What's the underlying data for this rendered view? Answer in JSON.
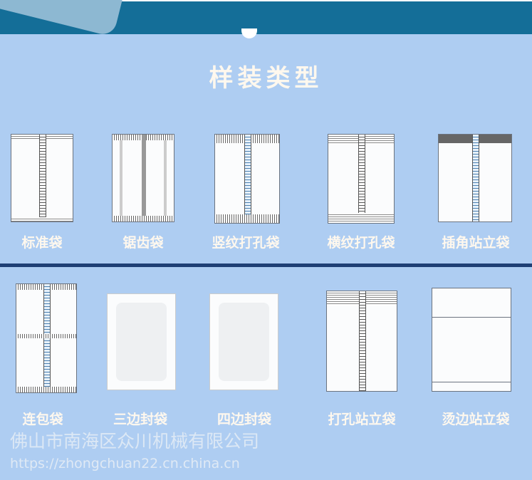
{
  "header": {
    "title": "样装类型"
  },
  "row1": [
    {
      "label": "标准袋",
      "icon": "standard-bag-icon"
    },
    {
      "label": "锯齿袋",
      "icon": "serrated-bag-icon"
    },
    {
      "label": "竖纹打孔袋",
      "icon": "vertical-texture-punched-bag-icon"
    },
    {
      "label": "横纹打孔袋",
      "icon": "horizontal-texture-punched-bag-icon"
    },
    {
      "label": "插角站立袋",
      "icon": "gusset-standing-bag-icon"
    }
  ],
  "row2": [
    {
      "label": "连包袋",
      "icon": "connected-bag-icon"
    },
    {
      "label": "三边封袋",
      "icon": "three-side-seal-bag-icon"
    },
    {
      "label": "四边封袋",
      "icon": "four-side-seal-bag-icon"
    },
    {
      "label": "打孔站立袋",
      "icon": "punched-standing-bag-icon"
    },
    {
      "label": "烫边站立袋",
      "icon": "heat-edge-standing-bag-icon"
    }
  ],
  "watermark": {
    "company": "佛山市南海区众川机械有限公司",
    "url": "https://zhongchuan22.cn.china.cn"
  }
}
